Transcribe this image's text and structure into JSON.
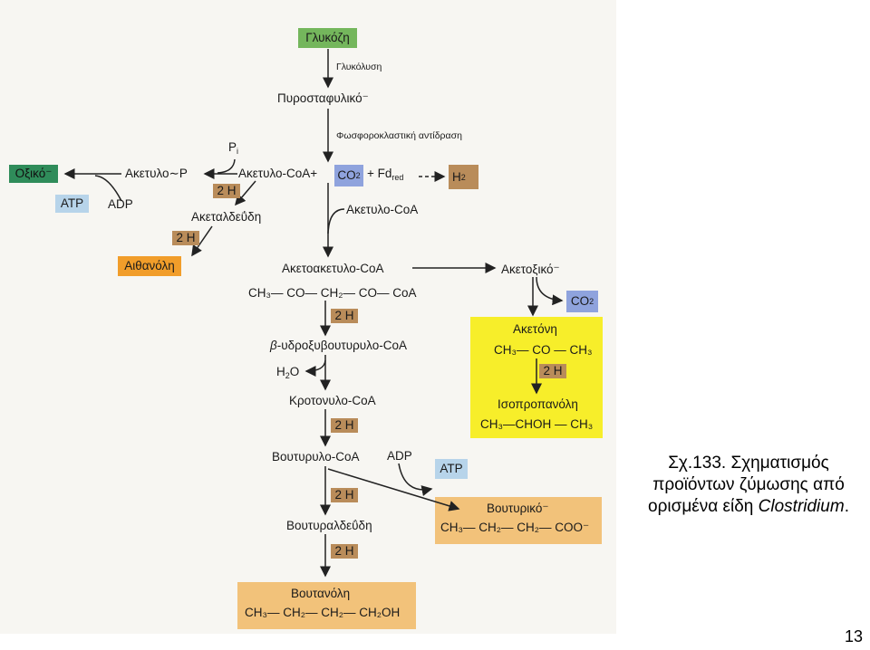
{
  "nodes": {
    "glucose": "Γλυκόζη",
    "glycolysis": "Γλυκόλυση",
    "pyruvate": "Πυροσταφυλικό⁻",
    "phosphoroclastic": "Φωσφοροκλαστική αντίδραση",
    "pi_main": "P",
    "pi_sub": "i",
    "acetyl_p": "Ακετυλο∼P",
    "acetyl_coa_plus": "Ακετυλο-CoA+",
    "co2": "CO",
    "co2_sub": "2",
    "plus_fd": "+ Fd",
    "fd_sub": "red",
    "h2": "H",
    "h2_sub": "2",
    "acetate": "Οξικό⁻",
    "atp": "ATP",
    "adp": "ADP",
    "acetaldehyde": "Ακεταλδεΰδη",
    "two_h": "2 H",
    "ethanol": "Αιθανόλη",
    "acetyl_coa": "Ακετυλο-CoA",
    "acetoacetyl_coa": "Ακετοακετυλο-CoA",
    "acetoacetyl_formula": "CH₃— CO— CH₂— CO— CoA",
    "acetoacetate": "Ακετοξικό⁻",
    "acetone": "Ακετόνη",
    "acetone_formula": "CH₃— CO — CH₃",
    "isopropanol": "Ισοπροπανόλη",
    "isopropanol_formula": "CH₃—CHOH — CH₃",
    "hydroxybutyryl_prefix": "β",
    "hydroxybutyryl": "-υδροξυβουτυρυλο-CoA",
    "water": "H",
    "water_sub": "2",
    "water_o": "O",
    "crotonyl_coa": "Κροτονυλο-CoA",
    "butyryl_coa": "Βουτυρυλο-CoA",
    "butyrate": "Βουτυρικό⁻",
    "butyrate_formula": "CH₃— CH₂— CH₂— COO⁻",
    "butyraldehyde": "Βουτυραλδεΰδη",
    "butanol": "Βουτανόλη",
    "butanol_formula": "CH₃— CH₂— CH₂— CH₂OH"
  },
  "caption": {
    "line1": "Σχ.133. Σχηματισμός",
    "line2": "προϊόντων ζύμωσης από",
    "line3_prefix": "ορισμένα είδη ",
    "line3_italic": "Clostridium",
    "line3_suffix": "."
  },
  "page_number": "13",
  "colors": {
    "glucose_box": "#74b65c",
    "acetate_box": "#2f8c5a",
    "atp_box": "#b7d4ea",
    "co2_box": "#8fa3dd",
    "h_box": "#b98c5a",
    "ethanol_box": "#f19d2a",
    "acetone_panel": "#f7ee2a",
    "butyrate_panel": "#f2c27a"
  }
}
